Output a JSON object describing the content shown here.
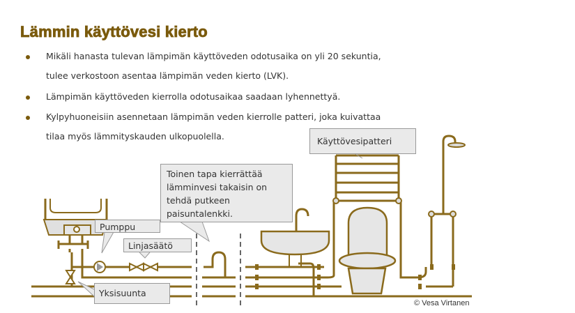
{
  "title": "Lämmin käyttövesi kierto",
  "bullets": [
    {
      "line1": "Mikäli hanasta tulevan lämpimän käyttöveden odotusaika on yli 20 sekuntia,",
      "line2": "tulee verkostoon asentaa lämpimän veden kierto (LVK)."
    },
    {
      "line1": "Lämpimän käyttöveden kierrolla odotusaikaa saadaan lyhennettyä."
    },
    {
      "line1": "Kylpyhuoneisiin asennetaan lämpimän veden kierrolle patteri, joka kuivattaa",
      "line2": "tilaa myös lämmityskauden ulkopuolella."
    }
  ],
  "labels": {
    "pump": "Pumppu",
    "balancing": "Linjasäätö",
    "check_valve": "Yksisuunta",
    "radiator": "Käyttövesipatteri",
    "loop": [
      "Toinen tapa kierrättää",
      "lämminvesi takaisin on",
      "tehdä putkeen",
      "paisuntalenkki."
    ]
  },
  "copyright": "© Vesa Virtanen",
  "colors": {
    "accent": "#7a5a0c",
    "pipe": "#8a6a1c",
    "fill": "#e6e6e6"
  }
}
